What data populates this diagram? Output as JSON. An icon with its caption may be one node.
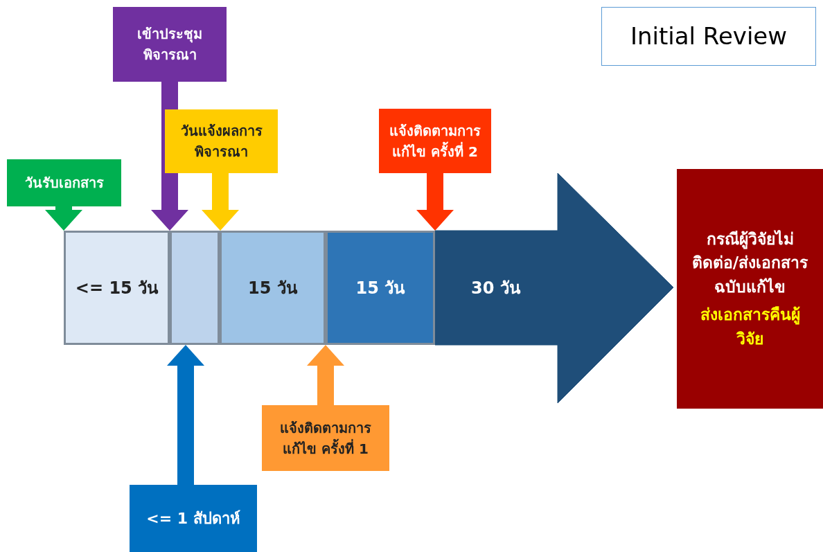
{
  "diagram": {
    "nodes": [
      {
        "text": [
          "Initial Review"
        ]
      },
      {
        "text": [
          "วันรับเอกสาร"
        ]
      },
      {
        "text": [
          "เข้าประชุมพิจารณา"
        ]
      },
      {
        "text": [
          "วันแจ้งผลการพิจารณา"
        ]
      },
      {
        "text": [
          "แจ้งติดตามการแก้ไข ครั้งที่ 2"
        ]
      },
      {
        "text": [
          "<= 15 วัน"
        ]
      },
      {
        "text": [],
        "shape": "box"
      },
      {
        "text": [
          "15 วัน"
        ]
      },
      {
        "text": [
          "15 วัน"
        ]
      },
      {
        "text": [
          "30 วัน"
        ]
      },
      {
        "text": [
          "<= 1 สัปดาห์"
        ]
      },
      {
        "text": [
          "แจ้งติดตามการแก้ไข ครั้งที่ 1"
        ]
      },
      {
        "text": [
          "กรณีผู้วิจัยไม่ติดต่อ/ส่งเอกสารฉบับแก้ไข",
          "ส่งเอกสารคืนผู้วิจัย"
        ]
      }
    ],
    "edges": [
      {
        "from": 1,
        "to": 5,
        "arrow": "to",
        "color": "#00b050"
      },
      {
        "from": 2,
        "to": 6,
        "arrow": "to",
        "color": "#7030a0"
      },
      {
        "from": 3,
        "to": 7,
        "arrow": "to",
        "color": "#ffcc00"
      },
      {
        "from": 4,
        "to": 9,
        "arrow": "to",
        "color": "#ff3300"
      },
      {
        "from": 10,
        "to": 6,
        "arrow": "to",
        "color": "#0070c0"
      },
      {
        "from": 11,
        "to": 8,
        "arrow": "to",
        "color": "#ff9933"
      }
    ]
  }
}
